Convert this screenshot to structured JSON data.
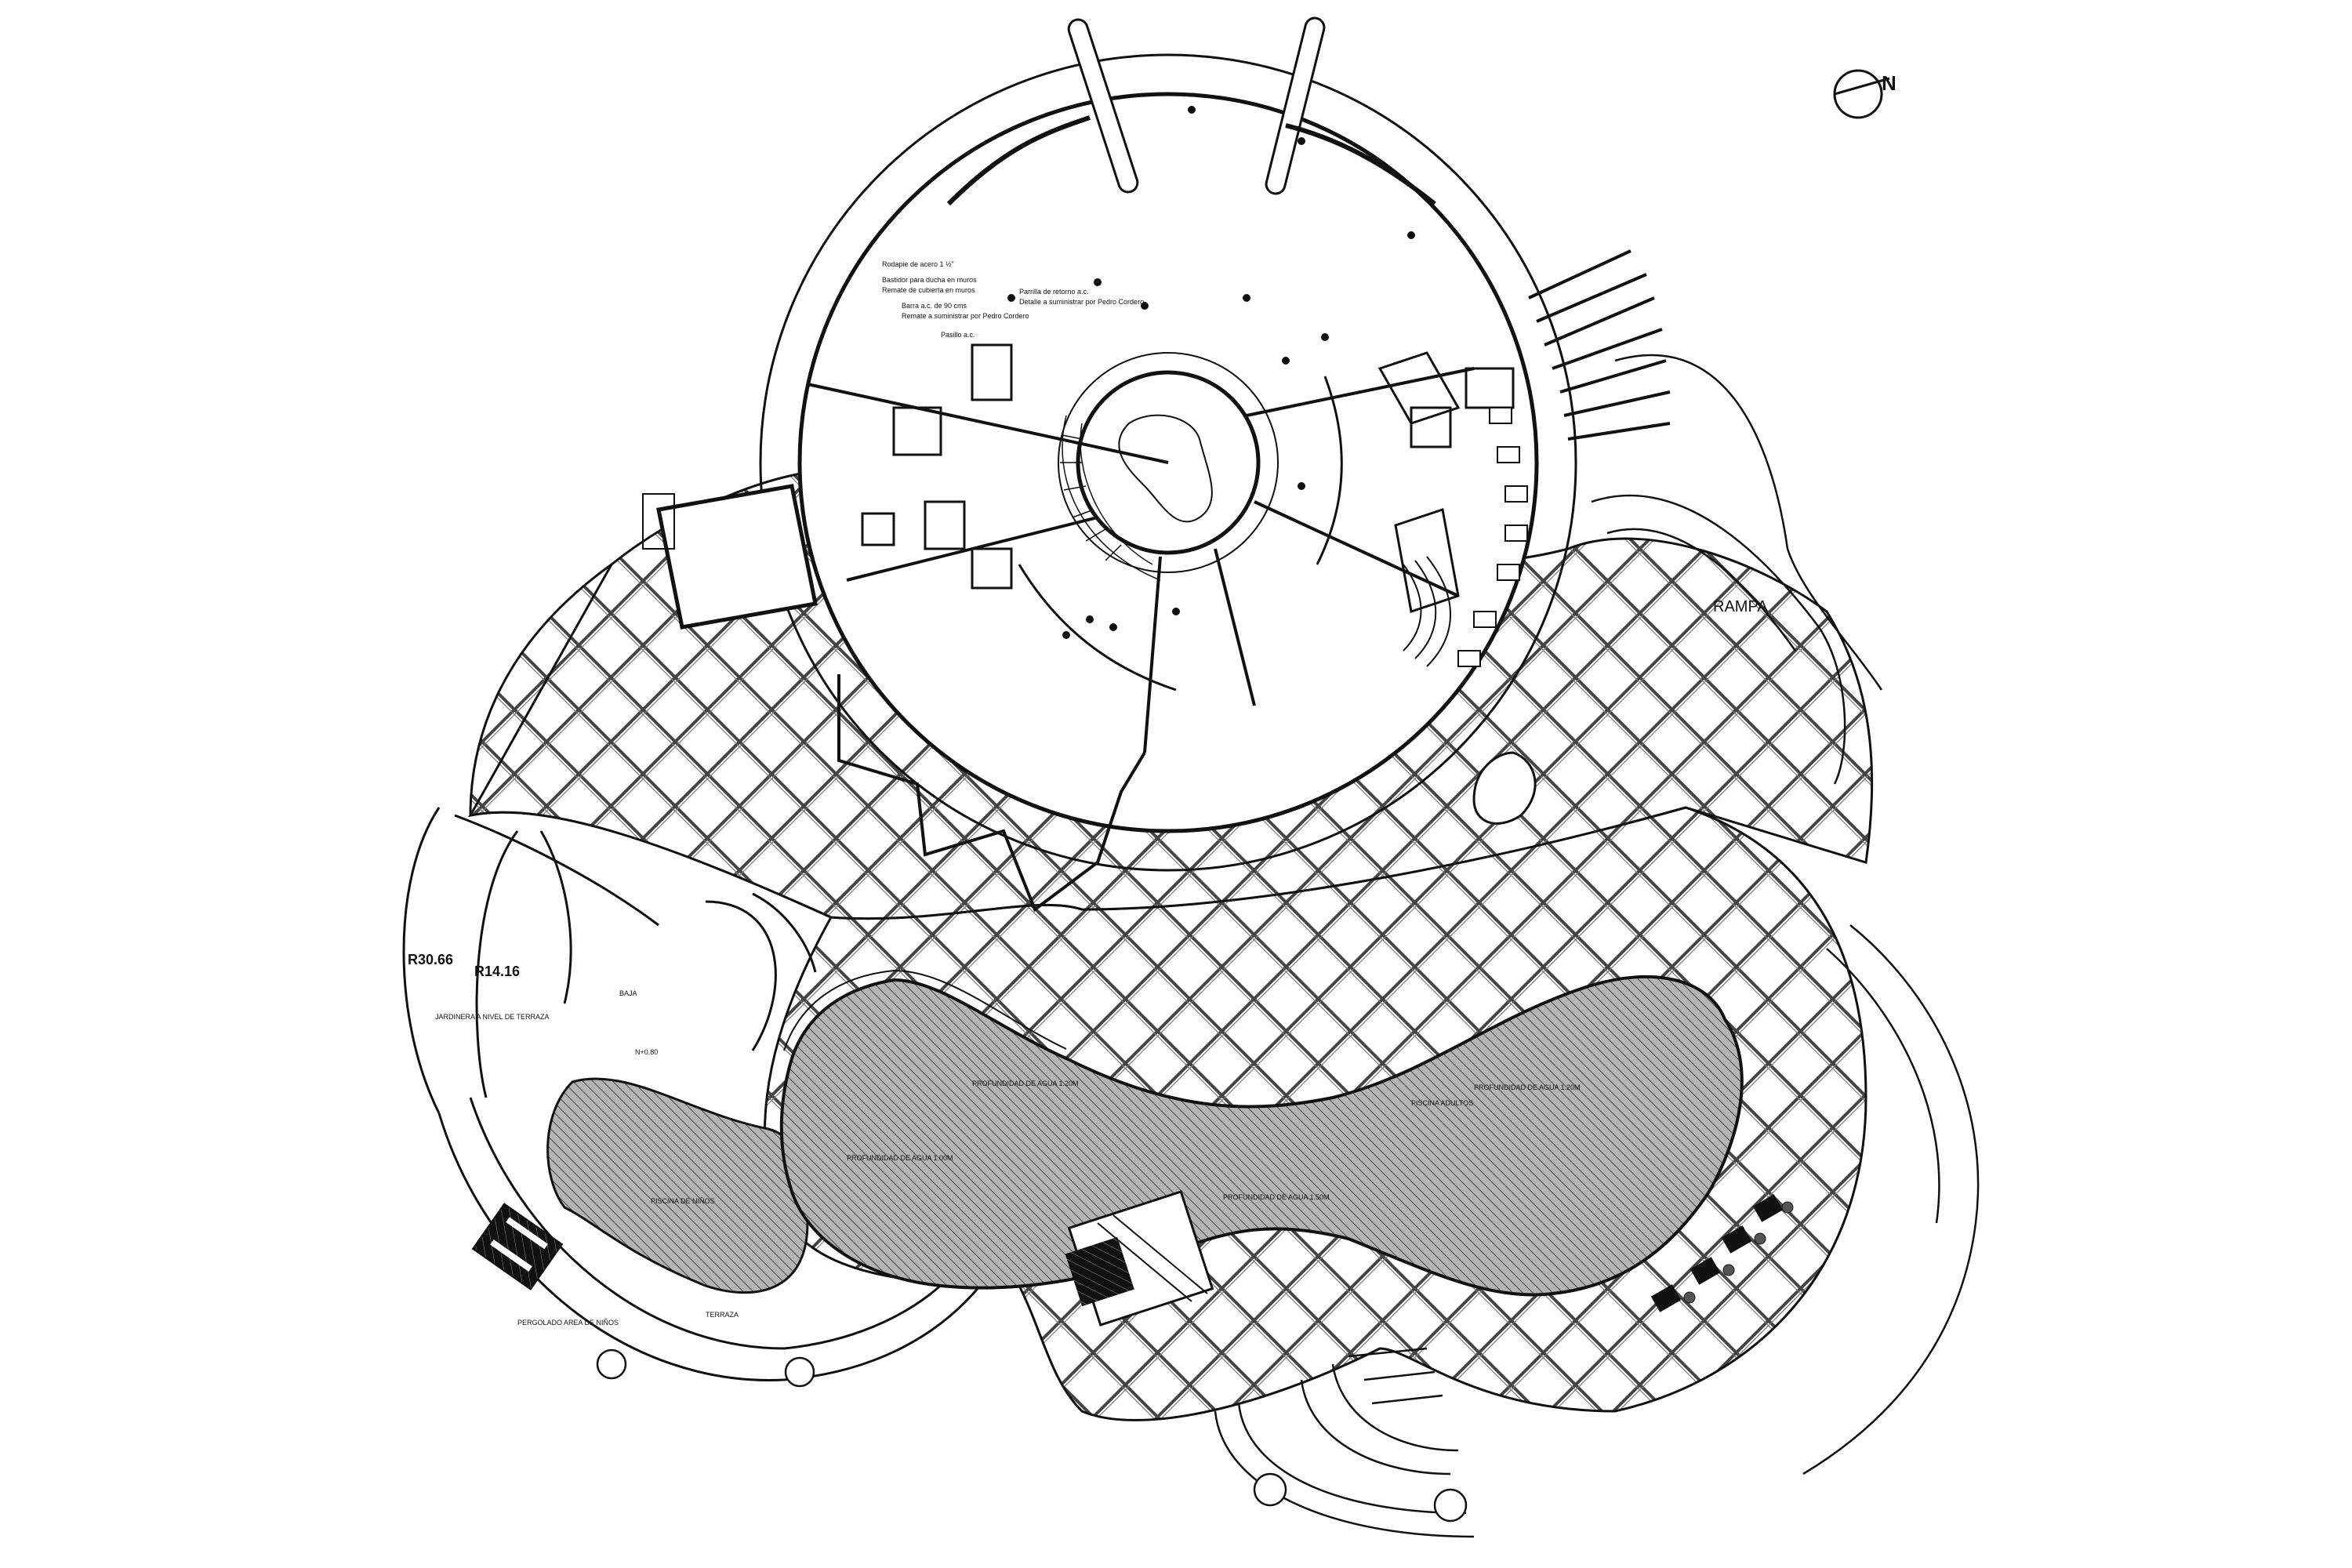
{
  "plan": {
    "north_label": "N",
    "ramp_label": "RAMPA",
    "radius_outer": "R30.66",
    "radius_inner": "R14.16",
    "garden_label": "JARDINERA A NIVEL DE TERRAZA",
    "pergola_label": "PERGOLADO AREA DE NIÑOS",
    "terrace_label": "TERRAZA",
    "stairs_label": "BAJA",
    "kitchen_notes": [
      "Rodapie de acero 1 ½\"",
      "Bastidor para ducha en muros",
      "Remate de cubierta en muros",
      "Barra a.c. de 90 cms",
      "Remate a suministrar por Pedro Cordero",
      "Pasillo a.c."
    ],
    "area_notes": [
      "Parrilla de retorno a.c.",
      "Detalle a suministrar por Pedro Cordero"
    ],
    "pool_notes": [
      "PROFUNDIDAD DE AGUA 1.20M",
      "PROFUNDIDAD DE AGUA 1.50M",
      "PISCINA DE NIÑOS",
      "PROFUNDIDAD DE AGUA 1.00M",
      "PROFUNDIDAD DE AGUA 1.20M",
      "PISCINA ADULTOS"
    ],
    "level_tag": "N+0.80"
  }
}
